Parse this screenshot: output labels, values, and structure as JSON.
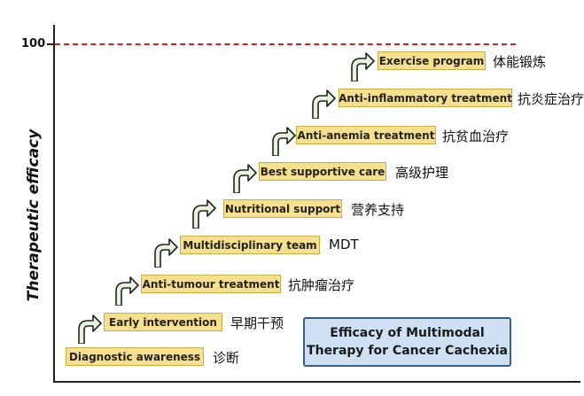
{
  "y_axis": {
    "label": "Therapeutic efficacy",
    "top_tick": "100"
  },
  "steps": [
    {
      "label": "Diagnostic awareness",
      "cn": "诊断"
    },
    {
      "label": "Early intervention",
      "cn": "早期干预"
    },
    {
      "label": "Anti-tumour treatment",
      "cn": "抗肿瘤治疗"
    },
    {
      "label": "Multidisciplinary team",
      "cn": "MDT"
    },
    {
      "label": "Nutritional support",
      "cn": "营养支持"
    },
    {
      "label": "Best supportive care",
      "cn": "高级护理"
    },
    {
      "label": "Anti-anemia treatment",
      "cn": "抗贫血治疗"
    },
    {
      "label": "Anti-inflammatory treatment",
      "cn": "抗炎症治疗"
    },
    {
      "label": "Exercise program",
      "cn": "体能锻炼"
    }
  ],
  "caption": {
    "line1": "Efficacy of Multimodal",
    "line2": "Therapy for Cancer Cachexia"
  },
  "colors": {
    "step_fill": "#f6e08d",
    "arrow_fill": "#e7f4dc",
    "reference_line": "#d62020",
    "caption_fill": "#cfe0f2"
  }
}
